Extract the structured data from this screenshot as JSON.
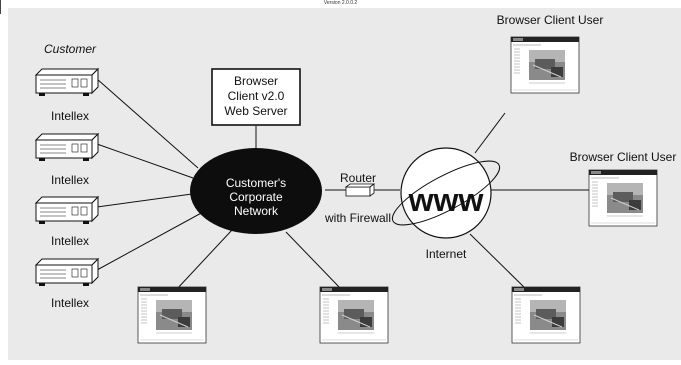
{
  "version": "Version 2.0.0.2",
  "customer_label": "Customer",
  "intellex_label": "Intellex",
  "server_label": [
    "Browser",
    "Client v2.0",
    "Web Server"
  ],
  "network_label": [
    "Customer's",
    "Corporate",
    "Network"
  ],
  "router_label": "Router",
  "firewall_label": "with Firewall",
  "www_label": "www",
  "internet_label": "Internet",
  "client_user_label": "Browser Client User"
}
